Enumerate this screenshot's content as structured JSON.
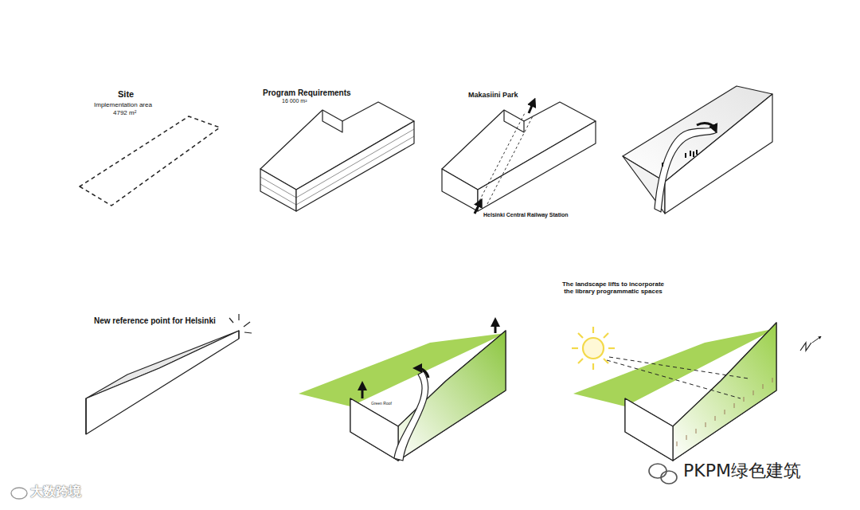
{
  "diagram": {
    "labels": [
      "Site",
      "Implementation area",
      "4792 m²",
      "Program Requirements",
      "16 000 m²",
      "Makasiini Park",
      "Helsinki Central Railway Station",
      "New reference point for Helsinki",
      "Green Roof",
      "The landscape lifts to incorporate the library programmatic spaces",
      "PKPM绿色建筑",
      "大数跨境"
    ]
  }
}
